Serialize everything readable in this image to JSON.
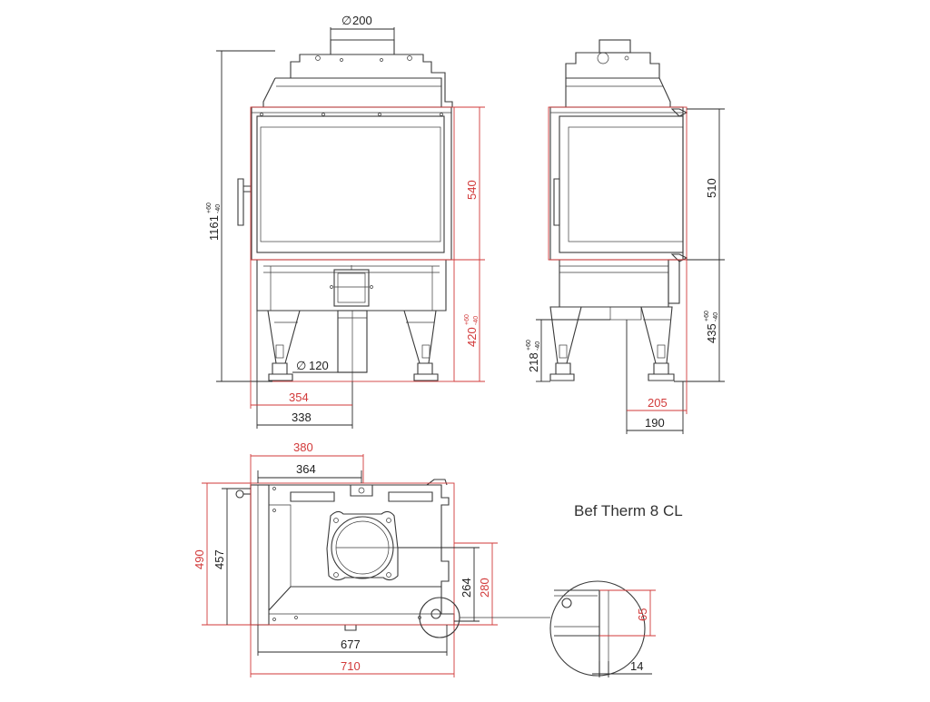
{
  "title": "Bef Therm 8 CL",
  "colors": {
    "dim_black": "#222222",
    "dim_red": "#d23a3a",
    "line": "#3a3a3a",
    "background": "#ffffff"
  },
  "front_view": {
    "flue_diameter": "200",
    "total_height": "1161",
    "total_height_tol_plus": "+60",
    "total_height_tol_minus": "-40",
    "door_height": "540",
    "lower_height": "420",
    "lower_height_tol_plus": "+60",
    "lower_height_tol_minus": "-40",
    "air_diameter": "120",
    "width_red": "354",
    "width_black": "338"
  },
  "side_view": {
    "door_height": "510",
    "lower_height": "435",
    "lower_height_tol_plus": "+60",
    "lower_height_tol_minus": "-40",
    "air_height": "218",
    "air_height_tol_plus": "+60",
    "air_height_tol_minus": "-40",
    "offset_red": "205",
    "offset_black": "190"
  },
  "top_view": {
    "width_top_red": "380",
    "width_top_black": "364",
    "depth_red": "490",
    "depth_black": "457",
    "flue_black": "264",
    "flue_red": "280",
    "width_bottom_black": "677",
    "width_bottom_red": "710"
  },
  "detail_view": {
    "height_red": "65",
    "offset_black": "14"
  }
}
